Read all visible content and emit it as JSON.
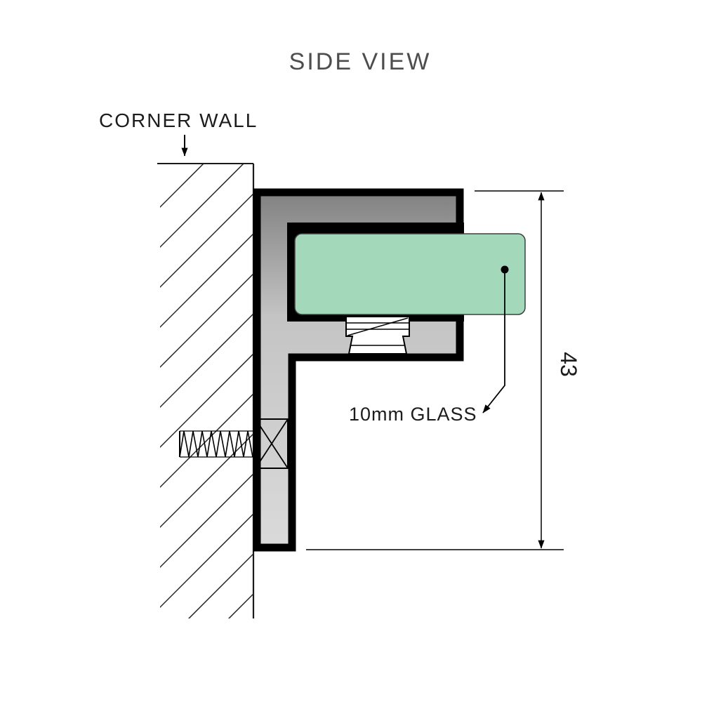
{
  "title": "SIDE VIEW",
  "annotations": {
    "corner_wall_label": "CORNER WALL",
    "glass_label": "10mm GLASS",
    "dimension_value": "43"
  },
  "colors": {
    "title_text": "#4d4d4d",
    "label_text": "#1c1c1c",
    "glass_fill": "#a3d9ba",
    "metal_dark": "#818181",
    "metal_mid": "#c4c4c4",
    "metal_light": "#dadada"
  }
}
